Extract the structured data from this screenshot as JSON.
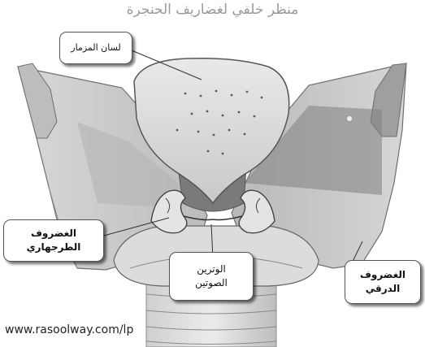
{
  "title": "منظر خلفي لغضاريف الحنجرة",
  "labels": {
    "epiglottis": "لسان المزمار",
    "arytenoid_line1": "الغضروف",
    "arytenoid_line2": "الطرجهاري",
    "vocal_cords_line1": "الوترين",
    "vocal_cords_line2": "الصوتين",
    "thyroid_line1": "الغضروف",
    "thyroid_line2": "الدرقي"
  },
  "watermark": "www.rasoolway.com/lp"
}
